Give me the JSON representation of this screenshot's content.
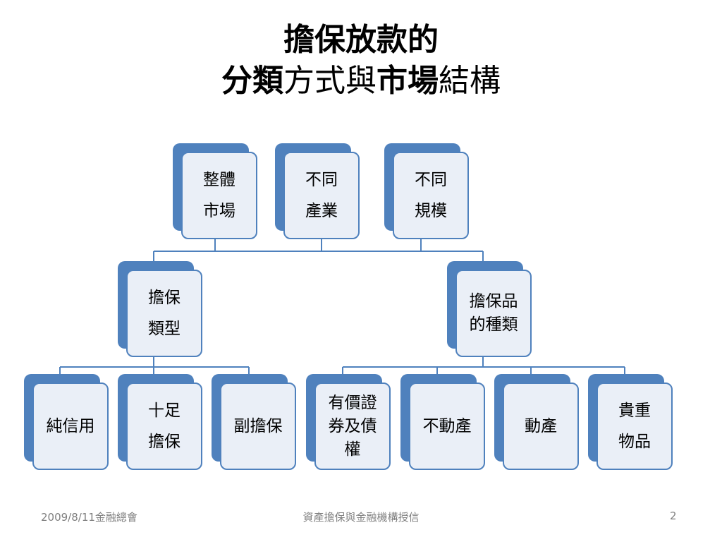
{
  "title": {
    "line1": "擔保放款的",
    "line2_part1": "分類",
    "line2_part2": "方式與",
    "line2_part3": "市場",
    "line2_part4": "結構"
  },
  "top_nodes": [
    {
      "line1": "整體",
      "line2": "市場"
    },
    {
      "line1": "不同",
      "line2": "產業"
    },
    {
      "line1": "不同",
      "line2": "規模"
    }
  ],
  "mid_nodes": [
    {
      "line1": "擔保",
      "line2": "類型"
    },
    {
      "line1": "擔保品",
      "line2": "的種類"
    }
  ],
  "leaf_nodes": [
    {
      "line1": "純信用",
      "line2": ""
    },
    {
      "line1": "十足",
      "line2": "擔保"
    },
    {
      "line1": "副擔保",
      "line2": ""
    },
    {
      "line1": "有價證",
      "line2": "券及債",
      "line3": "權"
    },
    {
      "line1": "不動產",
      "line2": ""
    },
    {
      "line1": "動產",
      "line2": ""
    },
    {
      "line1": "貴重",
      "line2": "物品"
    }
  ],
  "footer": {
    "date": "2009/8/11金融總會",
    "center": "資產擔保與金融機構授信",
    "page": "2"
  },
  "colors": {
    "accent": "#4f81bd",
    "box_fill": "#eaeff7",
    "footer_text": "#7f7f7f"
  }
}
